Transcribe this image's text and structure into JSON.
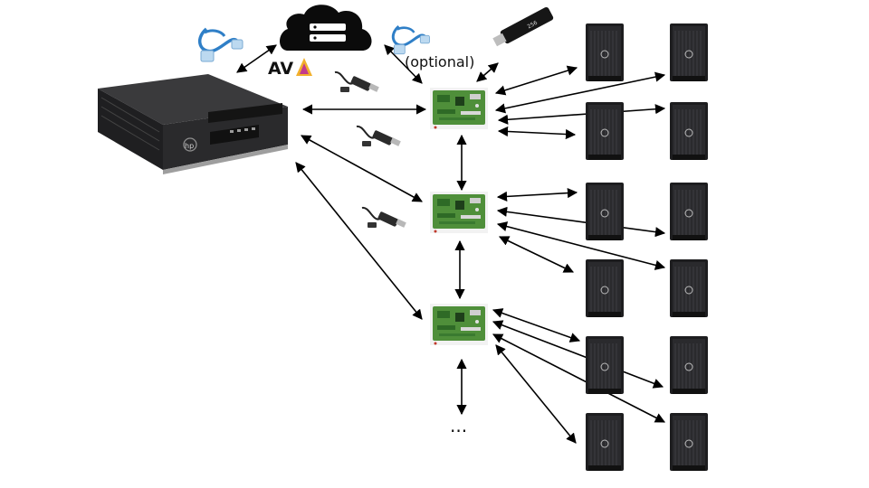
{
  "labels": {
    "optional": "(optional)",
    "ellipsis": "...",
    "cloud_brand": "AV",
    "pc_brand": "hp"
  },
  "colors": {
    "board_green": "#4f8f3a",
    "board_dark": "#2e6a26",
    "cable_blue": "#2f7fc7",
    "tower_black": "#1d1d1f",
    "cloud_black": "#0b0b0b",
    "arrow": "#000000"
  },
  "icons": [
    "ethernet-cable-icon",
    "cloud-server-icon",
    "usb-stick-icon",
    "usb-cable-icon",
    "desktop-pc-icon",
    "pcb-board-icon",
    "tower-pc-icon"
  ]
}
